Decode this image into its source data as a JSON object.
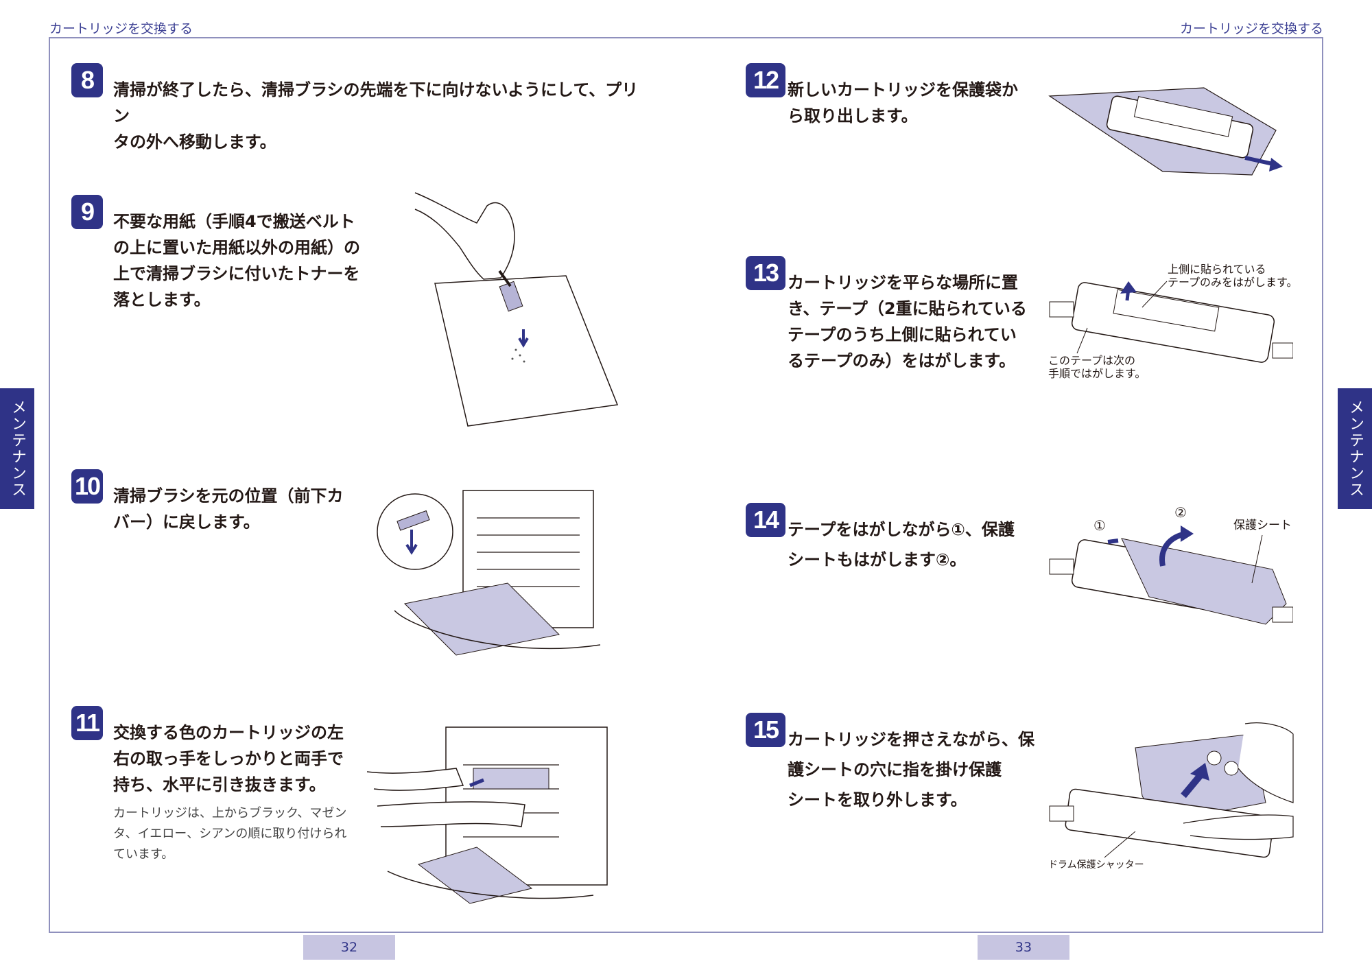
{
  "header": {
    "left": "カートリッジを交換する",
    "right": "カートリッジを交換する"
  },
  "side_tab": {
    "left": "メンテナンス",
    "right": "メンテナンス"
  },
  "colors": {
    "accent": "#2f3387",
    "page_box": "#c7c5e1",
    "illustration_fill": "#c9c8e2"
  },
  "steps": {
    "s8": {
      "num": "8",
      "lines": [
        "清掃が終了したら、清掃ブラシの先端を下に向けないようにして、プリン",
        "タの外へ移動します。"
      ]
    },
    "s9": {
      "num": "9",
      "lines": [
        "不要な用紙（手順4で搬送ベルト",
        "の上に置いた用紙以外の用紙）の",
        "上で清掃ブラシに付いたトナーを",
        "落とします。"
      ]
    },
    "s10": {
      "num": "10",
      "lines": [
        "清掃ブラシを元の位置（前下カ",
        "バー）に戻します。"
      ]
    },
    "s11": {
      "num": "11",
      "lines": [
        "交換する色のカートリッジの左",
        "右の取っ手をしっかりと両手で",
        "持ち、水平に引き抜きます。"
      ],
      "note": [
        "カートリッジは、上からブラック、マゼン",
        "タ、イエロー、シアンの順に取り付けられ",
        "ています。"
      ]
    },
    "s12": {
      "num": "12",
      "lines": [
        "新しいカートリッジを保護袋か",
        "ら取り出します。"
      ]
    },
    "s13": {
      "num": "13",
      "lines": [
        "カートリッジを平らな場所に置",
        "き、テープ（2重に貼られている",
        "テープのうち上側に貼られてい",
        "るテープのみ）をはがします。"
      ]
    },
    "s14": {
      "num": "14",
      "lines": [
        "テープをはがしながら①、保護",
        "シートもはがします②。"
      ]
    },
    "s15": {
      "num": "15",
      "lines": [
        "カートリッジを押さえながら、保",
        "護シートの穴に指を掛け保護",
        "シートを取り外します。"
      ]
    }
  },
  "callouts": {
    "tape_top": [
      "上側に貼られている",
      "テープのみをはがします。"
    ],
    "tape_bottom": [
      "このテープは次の",
      "手順ではがします。"
    ],
    "circle1": "①",
    "circle2": "②",
    "protect_sheet": "保護シート",
    "drum_shutter": "ドラム保護シャッター"
  },
  "pages": {
    "left": "32",
    "right": "33"
  }
}
